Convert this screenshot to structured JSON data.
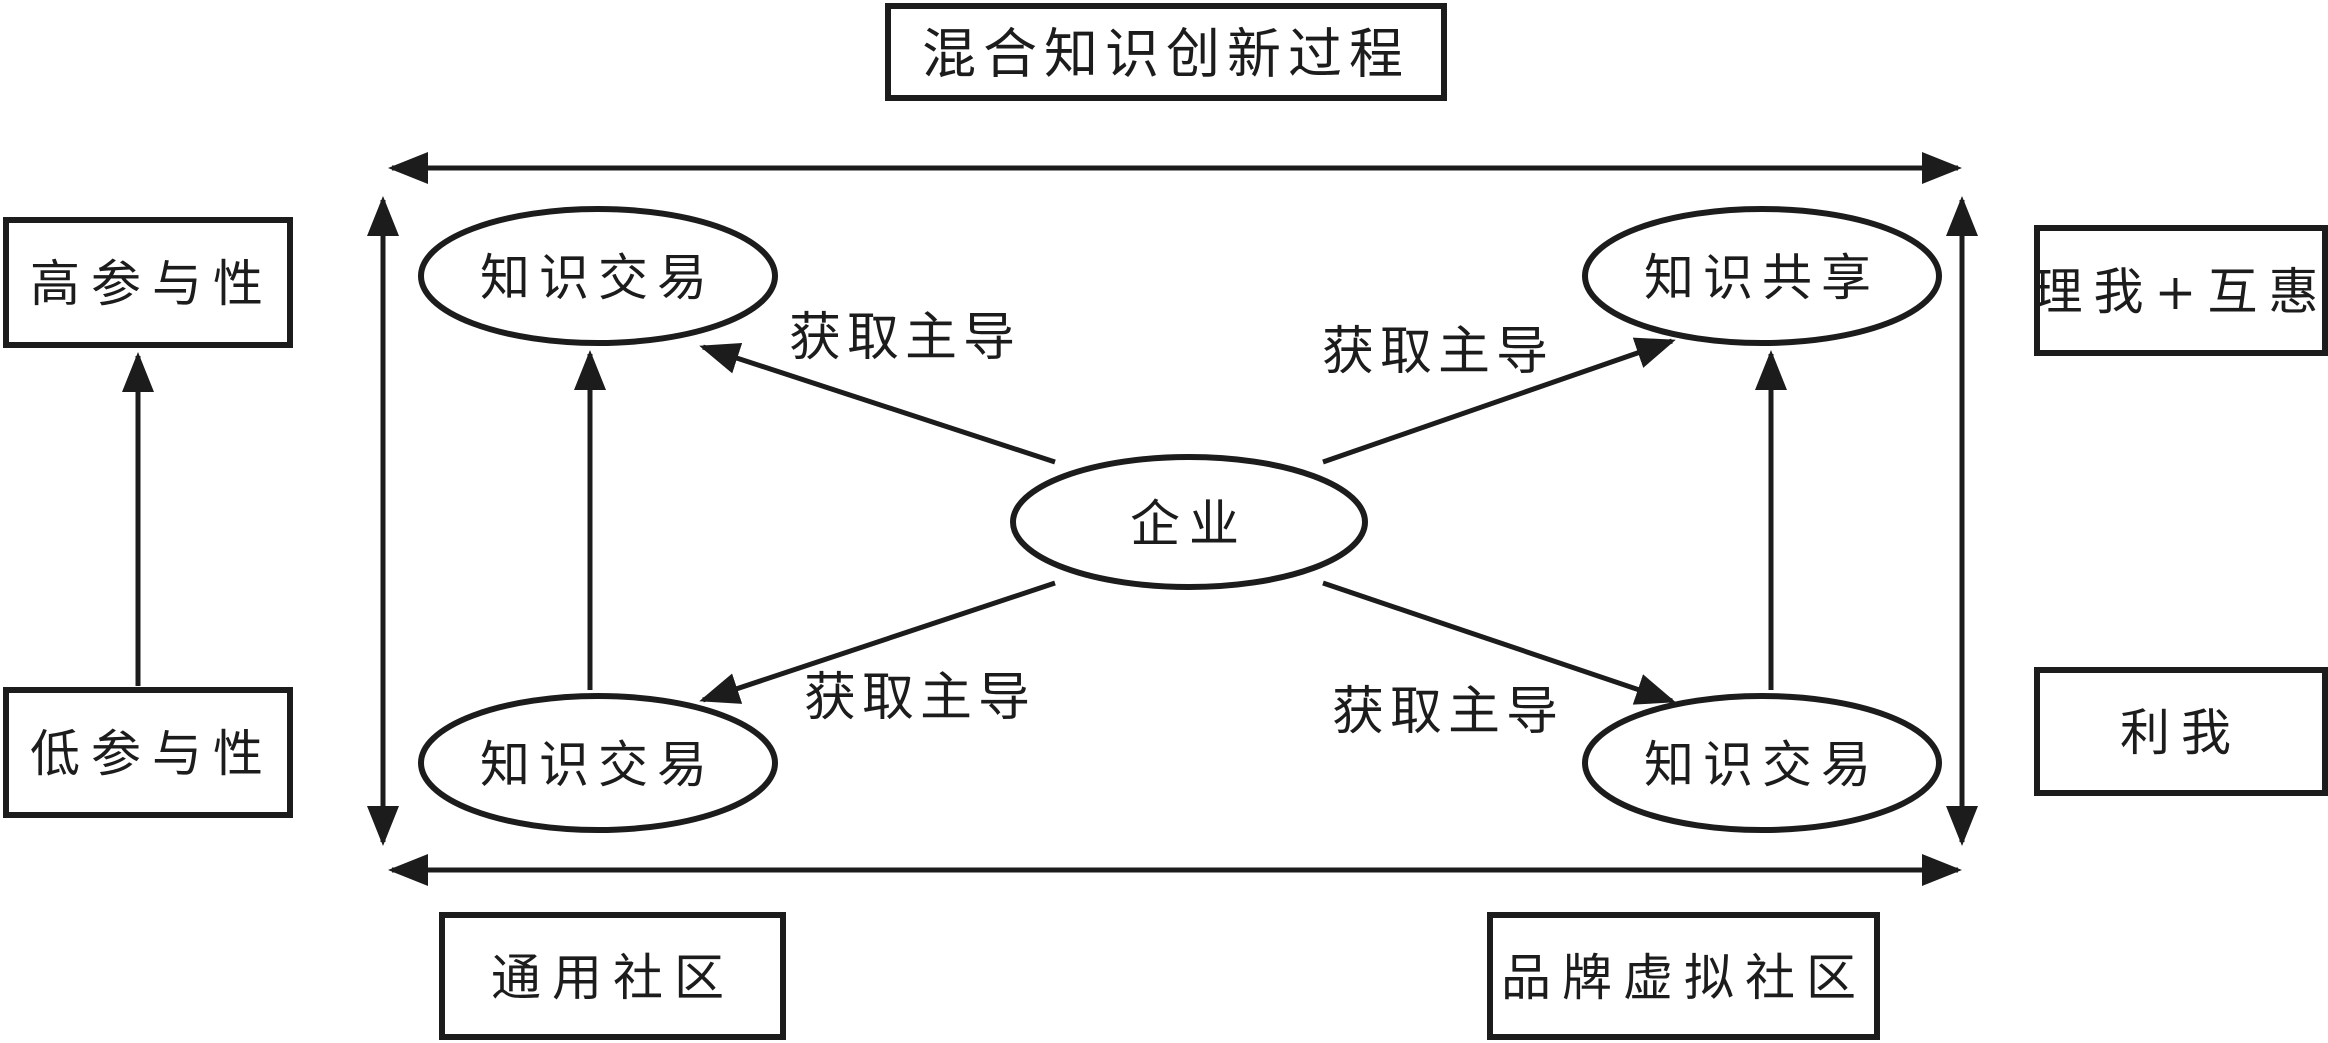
{
  "title": "混合知识创新过程",
  "axes": {
    "left_top": "高参与性",
    "left_bottom": "低参与性",
    "right_top": "理我+互惠",
    "right_bottom": "利我",
    "bottom_left": "通用社区",
    "bottom_right": "品牌虚拟社区"
  },
  "nodes": {
    "center": "企业",
    "top_left": "知识交易",
    "top_right": "知识共享",
    "bottom_left": "知识交易",
    "bottom_right": "知识交易"
  },
  "edge_labels": {
    "top_left": "获取主导",
    "top_right": "获取主导",
    "bottom_left": "获取主导",
    "bottom_right": "获取主导"
  },
  "colors": {
    "stroke": "#1c1c1c",
    "background": "#ffffff"
  }
}
